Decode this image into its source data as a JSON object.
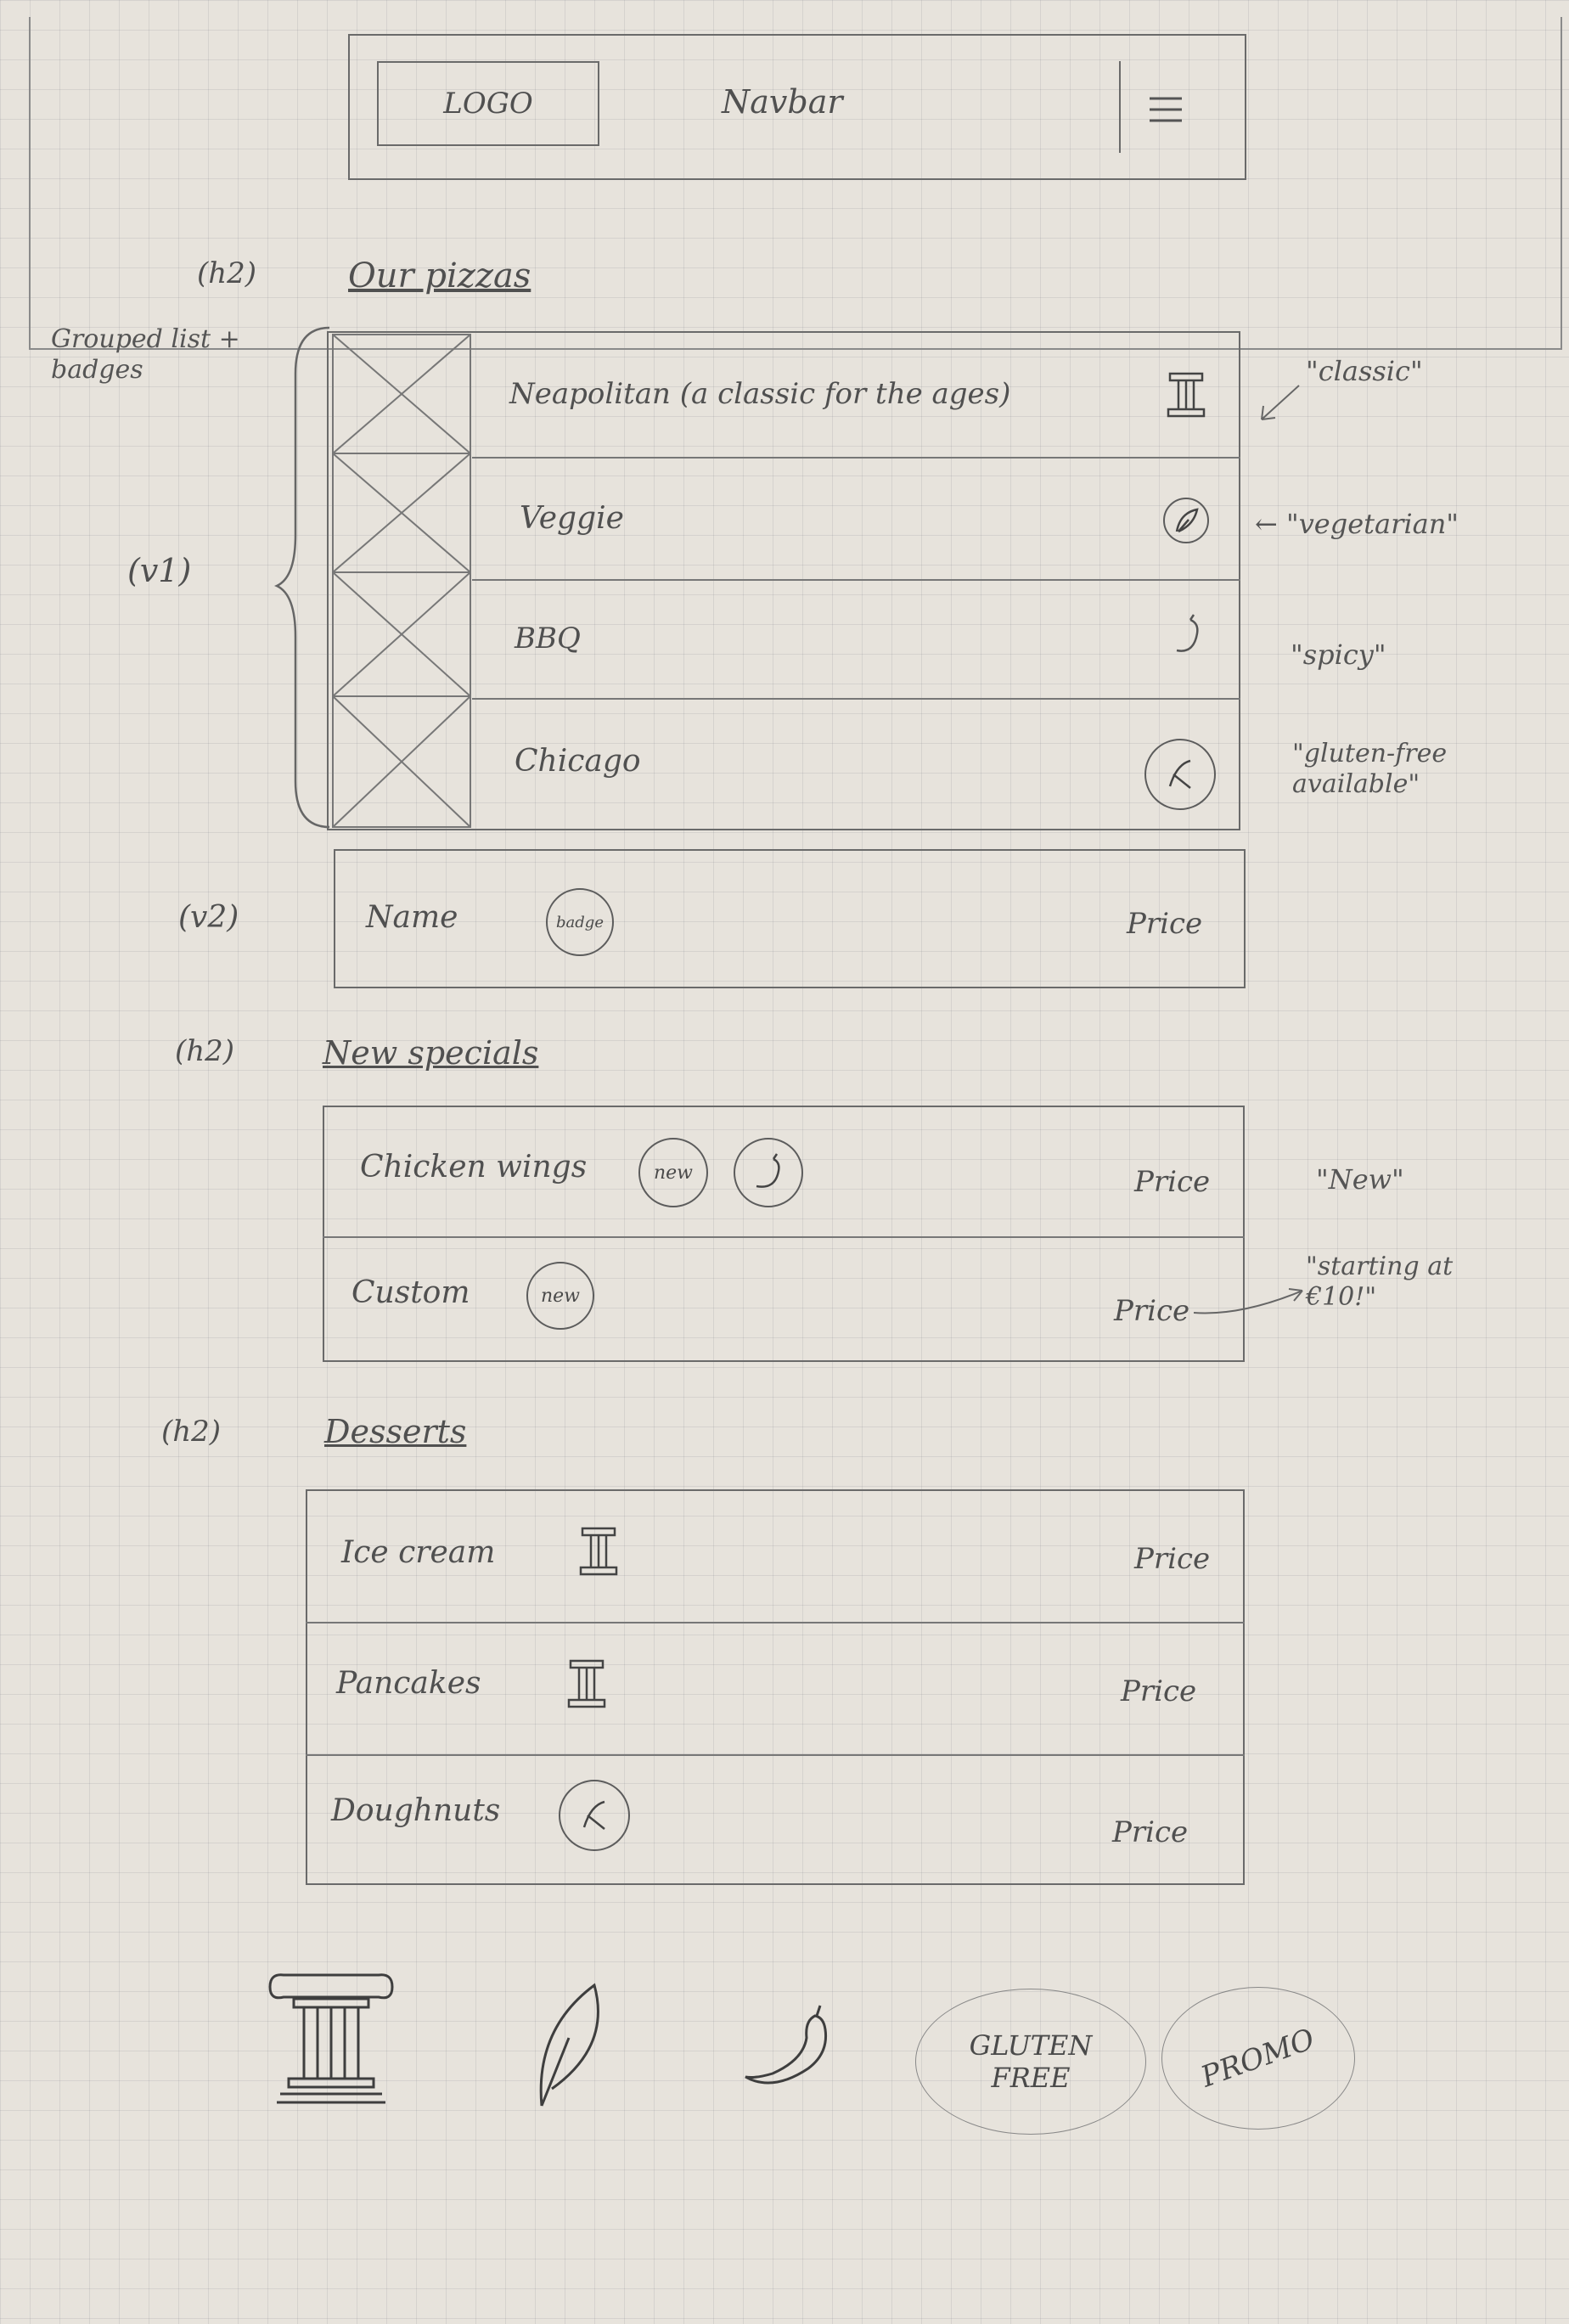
{
  "navbar": {
    "logo_label": "LOGO",
    "title": "Navbar",
    "menu_icon": "hamburger-menu-icon"
  },
  "sections": {
    "pizzas": {
      "tag": "(h2)",
      "title": "Our pizzas",
      "note": "Grouped list + badges",
      "variant_v1": "(v1)",
      "items": [
        {
          "name": "Neapolitan (a classic for the ages)",
          "icon": "column-icon"
        },
        {
          "name": "Veggie",
          "icon": "leaf-icon"
        },
        {
          "name": "BBQ",
          "icon": "chili-icon"
        },
        {
          "name": "Chicago",
          "icon": "gluten-free-icon"
        }
      ],
      "annotations": {
        "classic": "\"classic\"",
        "vegetarian": "← \"vegetarian\"",
        "spicy": "\"spicy\"",
        "gluten_free": "\"gluten-free available\""
      },
      "variant_v2": "(v2)",
      "v2_row": {
        "name": "Name",
        "badge": "badge",
        "price": "Price"
      }
    },
    "specials": {
      "tag": "(h2)",
      "title": "New specials",
      "items": [
        {
          "name": "Chicken wings",
          "badge": "new",
          "price": "Price"
        },
        {
          "name": "Custom",
          "badge": "new",
          "price": "Price"
        }
      ],
      "annotations": {
        "new": "\"New\"",
        "starting": "\"starting at €10!\""
      }
    },
    "desserts": {
      "tag": "(h2)",
      "title": "Desserts",
      "items": [
        {
          "name": "Ice cream",
          "icon": "column-icon",
          "price": "Price"
        },
        {
          "name": "Pancakes",
          "icon": "column-icon",
          "price": "Price"
        },
        {
          "name": "Doughnuts",
          "icon": "gluten-free-icon",
          "price": "Price"
        }
      ]
    }
  },
  "legend": {
    "icons": [
      "column-icon",
      "leaf-icon",
      "chili-icon"
    ],
    "gluten_free_label": "GLUTEN FREE",
    "promo_label": "PROMO"
  }
}
